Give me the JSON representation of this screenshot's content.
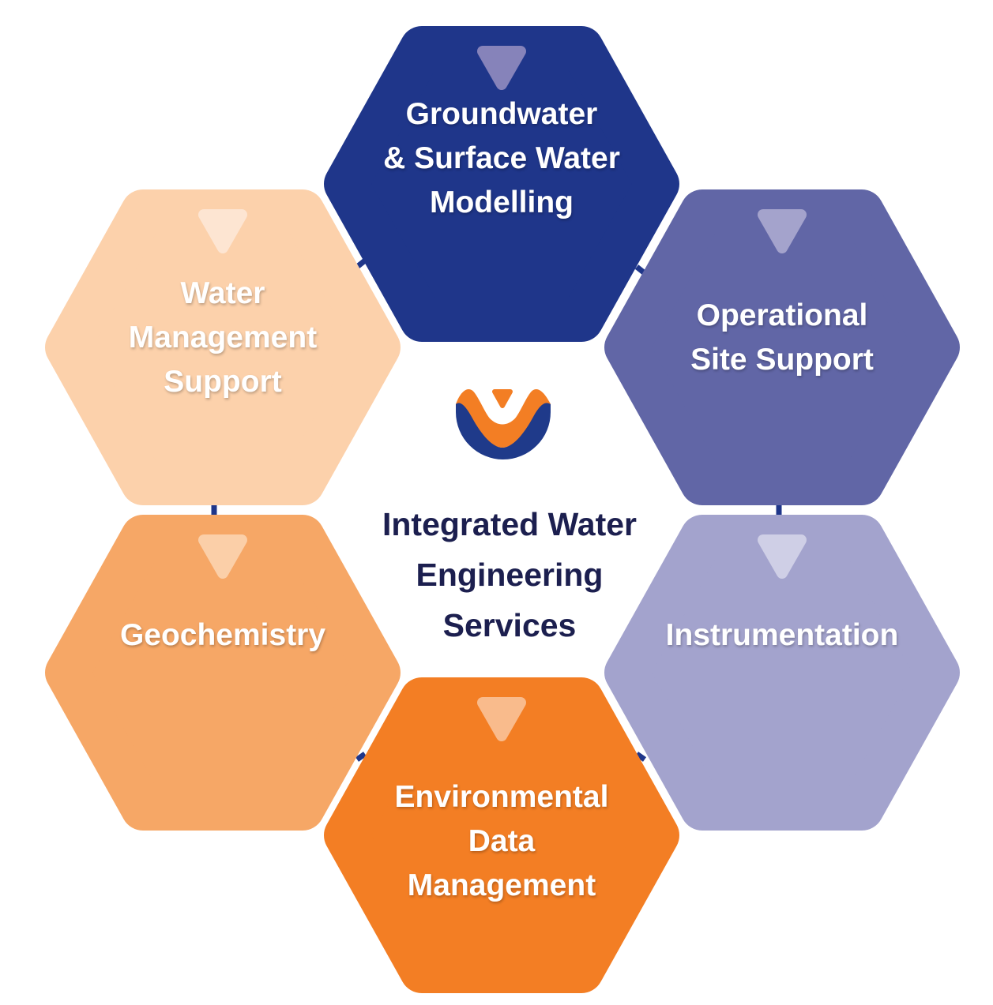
{
  "center": {
    "title_lines": [
      "Integrated Water",
      "Engineering",
      "Services"
    ],
    "logo_icon": "company-logo-icon",
    "logo_colors": {
      "orange": "#f37e24",
      "blue": "#1f3a8a"
    }
  },
  "connector_color": "#1f368a",
  "hexagons": [
    {
      "id": "groundwater-surface-water-modelling",
      "lines": [
        "Groundwater",
        "& Surface Water",
        "Modelling"
      ],
      "color": "#1f368a",
      "marker": "#8683ba"
    },
    {
      "id": "operational-site-support",
      "lines": [
        "Operational",
        "Site Support"
      ],
      "color": "#6166a6",
      "marker": "#a4a3cc"
    },
    {
      "id": "instrumentation",
      "lines": [
        "Instrumentation"
      ],
      "color": "#a3a3cd",
      "marker": "#cfcfe6"
    },
    {
      "id": "environmental-data-management",
      "lines": [
        "Environmental",
        "Data",
        "Management"
      ],
      "color": "#f37e24",
      "marker": "#f9bb8c"
    },
    {
      "id": "geochemistry",
      "lines": [
        "Geochemistry"
      ],
      "color": "#f6a766",
      "marker": "#fbcfa8"
    },
    {
      "id": "water-management-support",
      "lines": [
        "Water",
        "Management",
        "Support"
      ],
      "color": "#fcd1ab",
      "marker": "#fde5d2"
    }
  ]
}
